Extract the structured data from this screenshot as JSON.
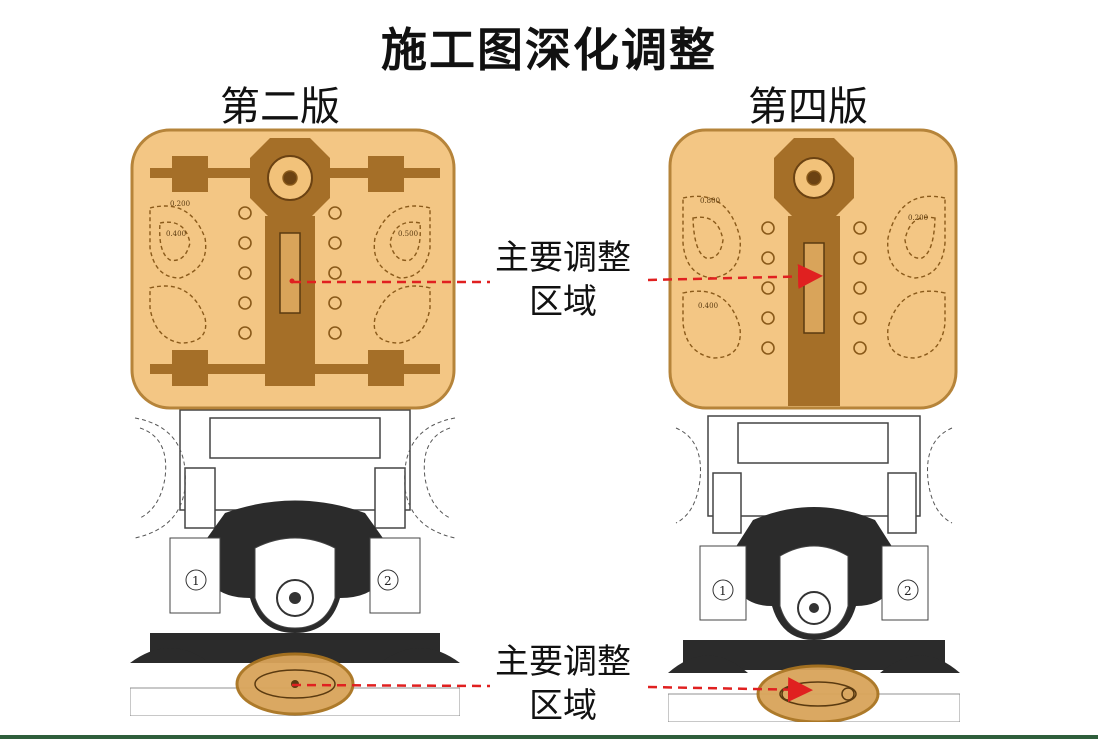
{
  "title": "施工图深化调整",
  "versions": {
    "left": "第二版",
    "right": "第四版"
  },
  "annotations": [
    {
      "line1": "主要调整",
      "line2": "区域"
    },
    {
      "line1": "主要调整",
      "line2": "区域"
    }
  ],
  "contour_labels": [
    "0.200",
    "0.400",
    "0.500",
    "0.800",
    "0.200",
    "0.400"
  ],
  "plot_numbers": [
    "1",
    "2"
  ],
  "colors": {
    "highlight_fill": "#f2c27a",
    "highlight_stroke": "#b07a2a",
    "arrow": "#e02020",
    "plan_dark": "#2b2b2b",
    "plan_line": "#444444"
  }
}
